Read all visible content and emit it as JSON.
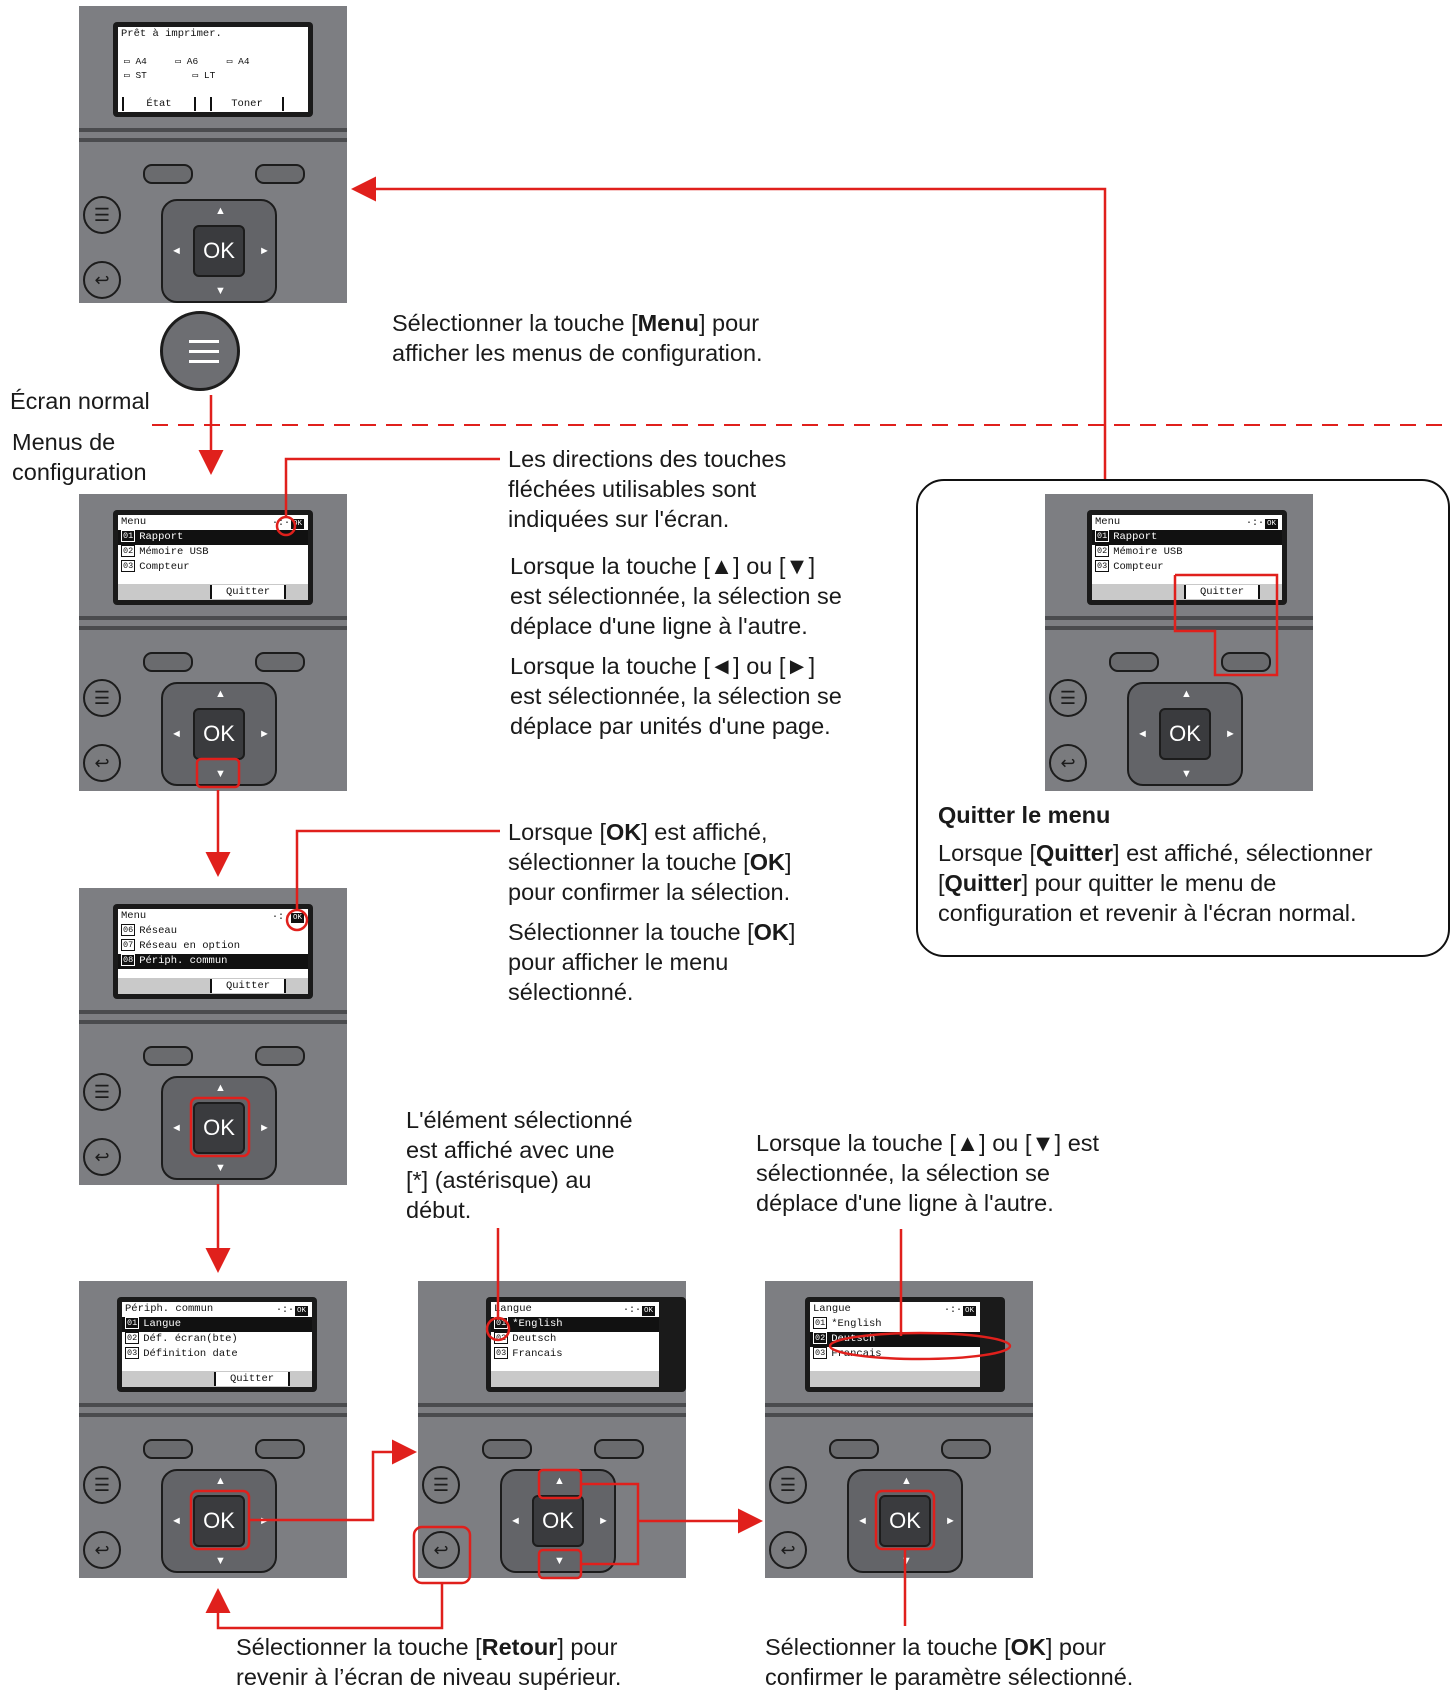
{
  "texts": {
    "menu_key_line1_pre": "Sélectionner la touche [",
    "menu_key_line1_bold": "Menu",
    "menu_key_line1_post": "] pour",
    "menu_key_line2": "afficher les menus de configuration.",
    "label_normal": "Écran normal",
    "label_config_1": "Menus de",
    "label_config_2": "configuration",
    "dir_1": "Les directions des touches",
    "dir_2": "fléchées utilisables sont",
    "dir_3": "indiquées sur l'écran.",
    "updown_1": "Lorsque la touche [▲] ou [▼]",
    "updown_2": "est sélectionnée, la sélection se",
    "updown_3": "déplace d'une ligne à l'autre.",
    "leftright_1": "Lorsque la touche [◄] ou [►]",
    "leftright_2": "est sélectionnée, la sélection se",
    "leftright_3": "déplace par unités d'une page.",
    "ok_1_pre": "Lorsque [",
    "ok_1_bold": "OK",
    "ok_1_post": "] est affiché,",
    "ok_2_pre": "sélectionner la touche [",
    "ok_2_bold": "OK",
    "ok_2_post": "]",
    "ok_3": "pour confirmer la sélection.",
    "okshow_1_pre": "Sélectionner la touche [",
    "okshow_1_bold": "OK",
    "okshow_1_post": "]",
    "okshow_2": "pour afficher le menu",
    "okshow_3": "sélectionné.",
    "asterisk_1": "L'élément sélectionné",
    "asterisk_2": "est affiché avec une",
    "asterisk_3": "[*] (astérisque) au",
    "asterisk_4": "début.",
    "updown2_1": "Lorsque la touche [▲] ou [▼] est",
    "updown2_2": "sélectionnée, la sélection se",
    "updown2_3": "déplace d'une ligne à l'autre.",
    "quit_title": "Quitter le menu",
    "quit_1_pre": "Lorsque [",
    "quit_1_bold": "Quitter",
    "quit_1_post": "] est affiché, sélectionner",
    "quit_2_pre": "[",
    "quit_2_bold": "Quitter",
    "quit_2_post": "] pour quitter le menu de",
    "quit_3": "configuration et revenir à l'écran normal.",
    "back_1_pre": "Sélectionner la touche [",
    "back_1_bold": "Retour",
    "back_1_post": "] pour",
    "back_2": "revenir à l’écran de niveau supérieur.",
    "confirm_1_pre": "Sélectionner la touche [",
    "confirm_1_bold": "OK",
    "confirm_1_post": "] pour",
    "confirm_2": "confirmer le paramètre sélectionné."
  },
  "panel_common": {
    "ok_label": "OK",
    "ok_indicator": "OK",
    "nav_indicator": "·:·"
  },
  "screens": {
    "status": {
      "title": "Prêt à imprimer.",
      "trays": [
        "A4",
        "A6",
        "A4",
        "ST",
        "LT"
      ],
      "soft_left": "État",
      "soft_right": "Toner"
    },
    "menu1": {
      "title": "Menu",
      "items": [
        {
          "num": "01",
          "label": "Rapport"
        },
        {
          "num": "02",
          "label": "Mémoire USB"
        },
        {
          "num": "03",
          "label": "Compteur"
        }
      ],
      "soft_right": "Quitter"
    },
    "menu2": {
      "title": "Menu",
      "items": [
        {
          "num": "06",
          "label": "Réseau"
        },
        {
          "num": "07",
          "label": "Réseau en option"
        },
        {
          "num": "08",
          "label": "Périph. commun"
        }
      ],
      "soft_right": "Quitter"
    },
    "periph": {
      "title": "Périph. commun",
      "items": [
        {
          "num": "01",
          "label": "Langue"
        },
        {
          "num": "02",
          "label": "Déf. écran(bte)"
        },
        {
          "num": "03",
          "label": "Définition date"
        }
      ],
      "soft_right": "Quitter"
    },
    "langue1": {
      "title": "Langue",
      "items": [
        {
          "num": "01",
          "label": "*English"
        },
        {
          "num": "02",
          "label": "Deutsch"
        },
        {
          "num": "03",
          "label": "Francais"
        }
      ]
    },
    "langue2": {
      "title": "Langue",
      "items": [
        {
          "num": "01",
          "label": "*English"
        },
        {
          "num": "02",
          "label": "Deutsch"
        },
        {
          "num": "03",
          "label": "Francais"
        }
      ]
    },
    "quitmenu": {
      "title": "Menu",
      "items": [
        {
          "num": "01",
          "label": "Rapport"
        },
        {
          "num": "02",
          "label": "Mémoire USB"
        },
        {
          "num": "03",
          "label": "Compteur"
        }
      ],
      "soft_right": "Quitter"
    }
  },
  "colors": {
    "accent": "#e0201c",
    "panel": "#7d7e82",
    "dark": "#1c1c1c"
  }
}
